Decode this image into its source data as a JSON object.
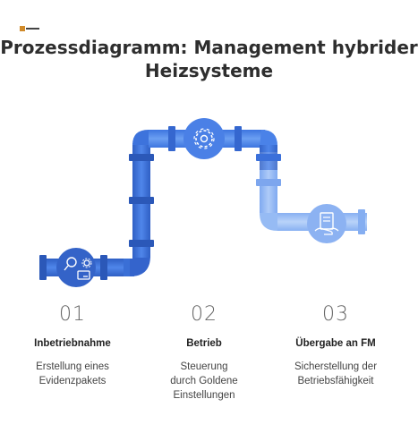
{
  "title": "Prozessdiagramm: Management hybrider Heizsysteme",
  "steps": [
    {
      "number": "01",
      "title": "Inbetriebnahme",
      "description": "Erstellung eines Evidenzpakets",
      "icon": "search-settings-card-icon",
      "color": "#3b6fd6"
    },
    {
      "number": "02",
      "title": "Betrieb",
      "description": "Steuerung durch Goldene Einstellungen",
      "icon": "gear-icon",
      "color": "#4d86ea"
    },
    {
      "number": "03",
      "title": "Übergabe an FM",
      "description": "Sicherstellung der Betriebsfähigkeit",
      "icon": "document-handover-icon",
      "color": "#8fb4f2"
    }
  ],
  "colors": {
    "pipe_dark": "#3c70d8",
    "pipe_mid": "#5b93ee",
    "pipe_light": "#9dc0f5"
  }
}
